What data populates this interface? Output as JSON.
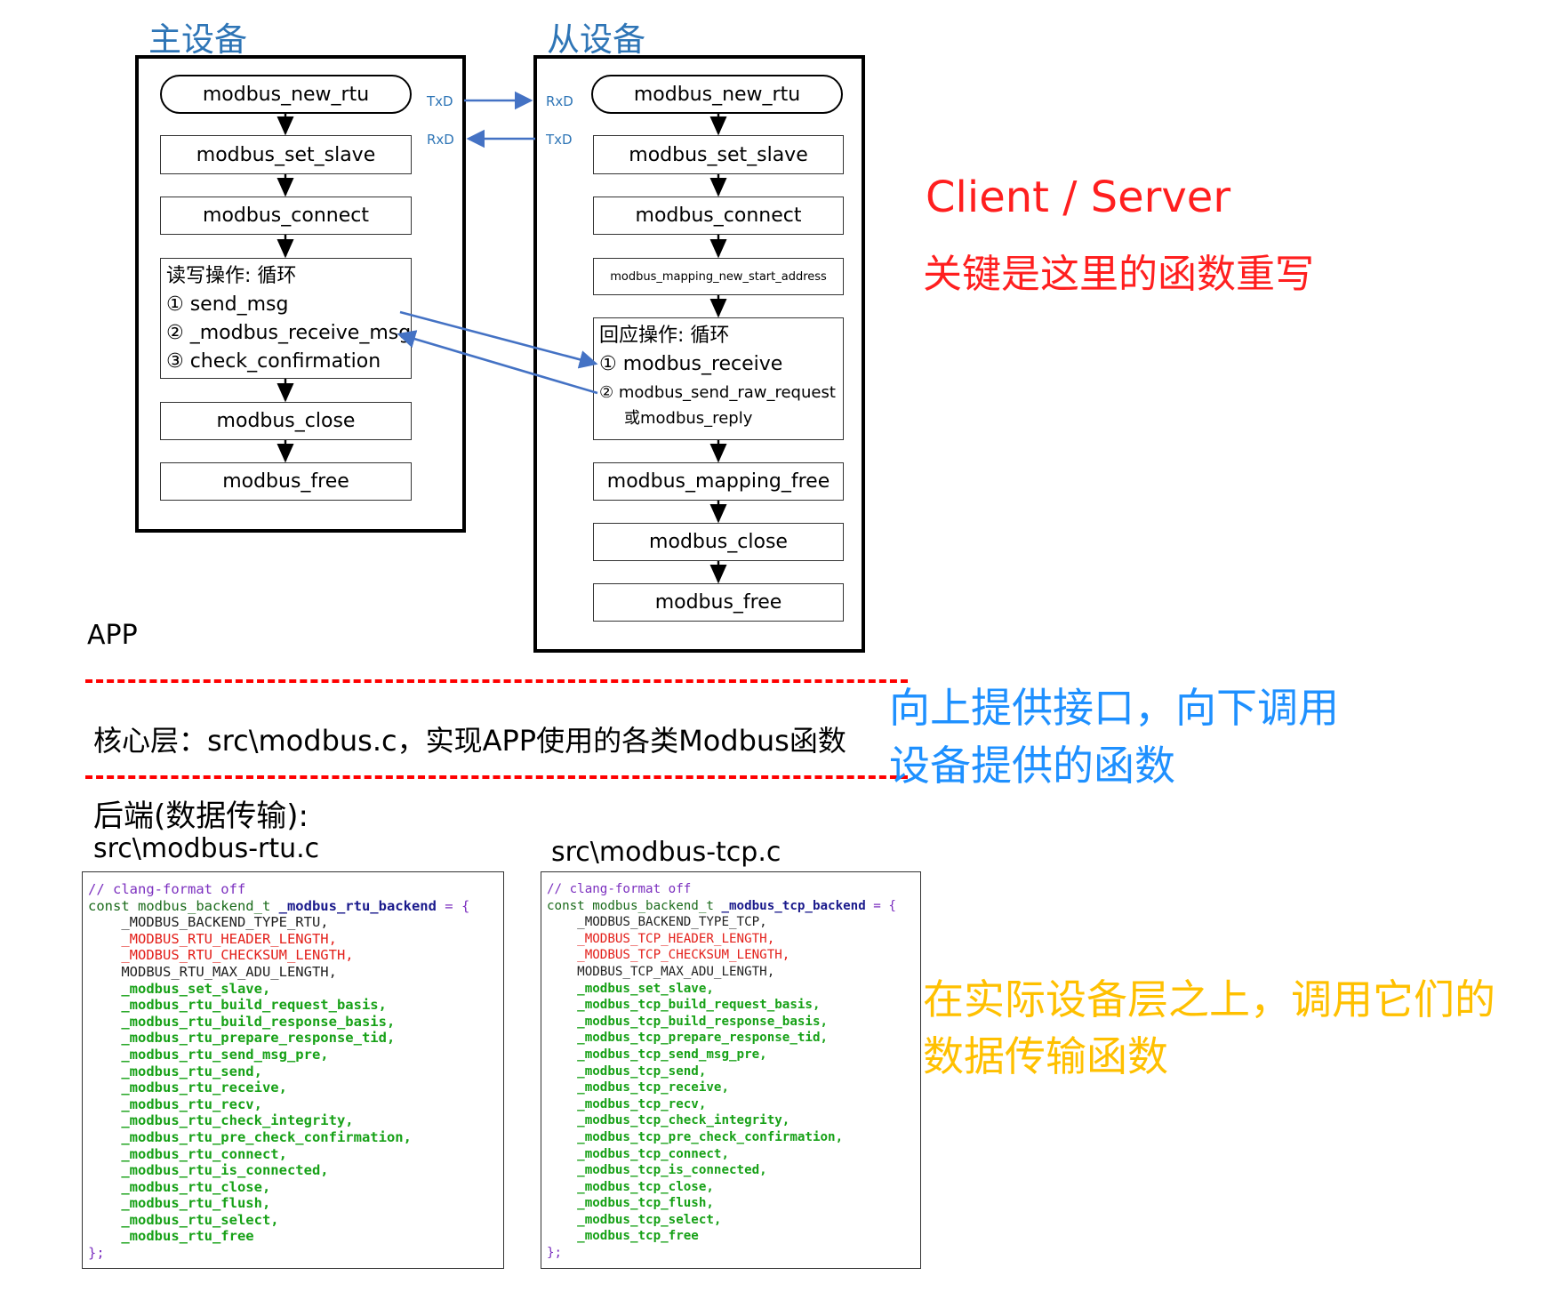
{
  "master": {
    "title": "主设备",
    "steps": [
      "modbus_new_rtu",
      "modbus_set_slave",
      "modbus_connect",
      "modbus_close",
      "modbus_free"
    ],
    "loop_title": "读写操作: 循环",
    "loop_items": [
      "① send_msg",
      "② _modbus_receive_msg",
      "③ check_confirmation"
    ]
  },
  "slave": {
    "title": "从设备",
    "steps": [
      "modbus_new_rtu",
      "modbus_set_slave",
      "modbus_connect",
      "modbus_mapping_new_start_address",
      "modbus_mapping_free",
      "modbus_close",
      "modbus_free"
    ],
    "loop_title": "回应操作: 循环",
    "loop_items": [
      "① modbus_receive",
      "② modbus_send_raw_request",
      "或modbus_reply"
    ]
  },
  "ports": {
    "master_txd": "TxD",
    "master_rxd": "RxD",
    "slave_rxd": "RxD",
    "slave_txd": "TxD"
  },
  "annotations": {
    "client_server": "Client / Server",
    "rewrite_note": "关键是这里的函数重写",
    "interface_note_1": "向上提供接口，向下调用",
    "interface_note_2": "设备提供的函数",
    "transport_note_1": "在实际设备层之上，调用它们的",
    "transport_note_2": "数据传输函数"
  },
  "layers": {
    "app": "APP",
    "core": "核心层：src\\modbus.c，实现APP使用的各类Modbus函数",
    "backend": "后端(数据传输):"
  },
  "rtu_file": {
    "filename": "src\\modbus-rtu.c",
    "comment": "// clang-format off",
    "decl_const": "const modbus_backend_t ",
    "decl_name": "_modbus_rtu_backend",
    "decl_eq": " = {",
    "type_line": "_MODBUS_BACKEND_TYPE_RTU,",
    "red_lines": [
      "_MODBUS_RTU_HEADER_LENGTH,",
      "_MODBUS_RTU_CHECKSUM_LENGTH,"
    ],
    "max_line": "MODBUS_RTU_MAX_ADU_LENGTH,",
    "functions": [
      "_modbus_set_slave,",
      "_modbus_rtu_build_request_basis,",
      "_modbus_rtu_build_response_basis,",
      "_modbus_rtu_prepare_response_tid,",
      "_modbus_rtu_send_msg_pre,",
      "_modbus_rtu_send,",
      "_modbus_rtu_receive,",
      "_modbus_rtu_recv,",
      "_modbus_rtu_check_integrity,",
      "_modbus_rtu_pre_check_confirmation,",
      "_modbus_rtu_connect,",
      "_modbus_rtu_is_connected,",
      "_modbus_rtu_close,",
      "_modbus_rtu_flush,",
      "_modbus_rtu_select,",
      "_modbus_rtu_free"
    ],
    "closing": "};"
  },
  "tcp_file": {
    "filename": "src\\modbus-tcp.c",
    "comment": "// clang-format off",
    "decl_const": "const modbus_backend_t ",
    "decl_name": "_modbus_tcp_backend",
    "decl_eq": " = {",
    "type_line": "_MODBUS_BACKEND_TYPE_TCP,",
    "red_lines": [
      "_MODBUS_TCP_HEADER_LENGTH,",
      "_MODBUS_TCP_CHECKSUM_LENGTH,"
    ],
    "max_line": "MODBUS_TCP_MAX_ADU_LENGTH,",
    "functions": [
      "_modbus_set_slave,",
      "_modbus_tcp_build_request_basis,",
      "_modbus_tcp_build_response_basis,",
      "_modbus_tcp_prepare_response_tid,",
      "_modbus_tcp_send_msg_pre,",
      "_modbus_tcp_send,",
      "_modbus_tcp_receive,",
      "_modbus_tcp_recv,",
      "_modbus_tcp_check_integrity,",
      "_modbus_tcp_pre_check_confirmation,",
      "_modbus_tcp_connect,",
      "_modbus_tcp_is_connected,",
      "_modbus_tcp_close,",
      "_modbus_tcp_flush,",
      "_modbus_tcp_select,",
      "_modbus_tcp_free"
    ],
    "closing": "};"
  },
  "colors": {
    "title_blue": "#2e75b6",
    "arrow_blue": "#4472c4",
    "red": "#ff1f1f",
    "gold": "#ffc000",
    "dodger": "#1e90ff"
  }
}
